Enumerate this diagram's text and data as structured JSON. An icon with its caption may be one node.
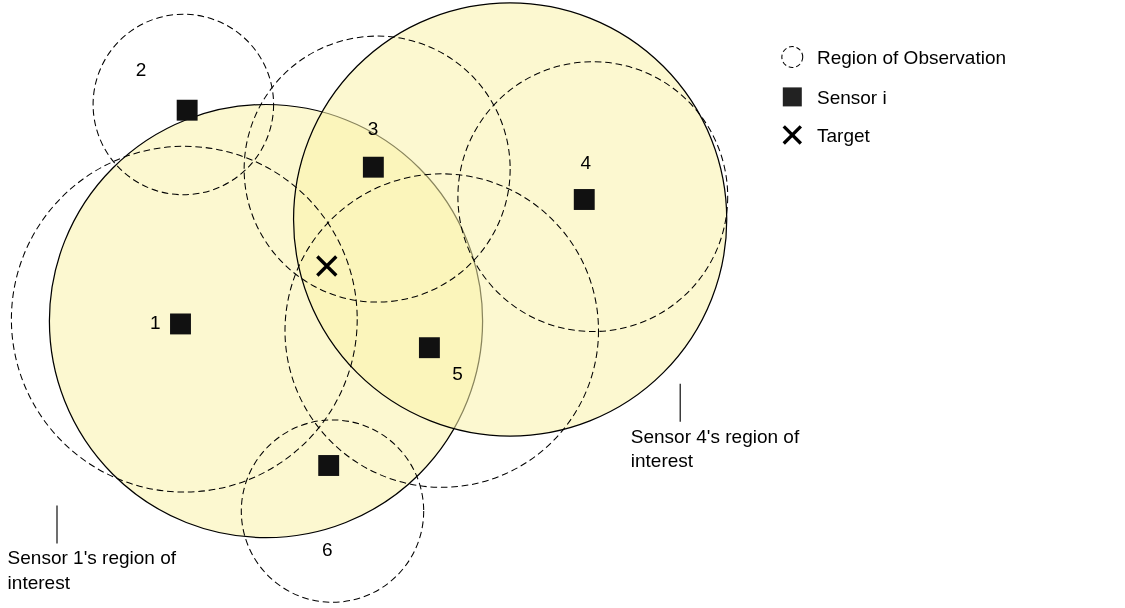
{
  "diagram": {
    "nodes": [
      {
        "text": [],
        "shape": "circle"
      },
      {
        "text": [],
        "shape": "circle"
      },
      {
        "text": [
          "Sensor 1's region of interest"
        ]
      },
      {
        "text": [
          "Sensor 4's region of interest"
        ]
      }
    ],
    "edges": [
      {
        "from": 2,
        "to": 0,
        "arrow": "none"
      },
      {
        "from": 3,
        "to": 1,
        "arrow": "none"
      }
    ],
    "labels": [
      "2",
      "3",
      "4",
      "1",
      "5",
      "6"
    ],
    "legend": [
      {
        "text": "Region of Observation"
      },
      {
        "text": "Sensor i"
      },
      {
        "text": "Target"
      }
    ]
  }
}
